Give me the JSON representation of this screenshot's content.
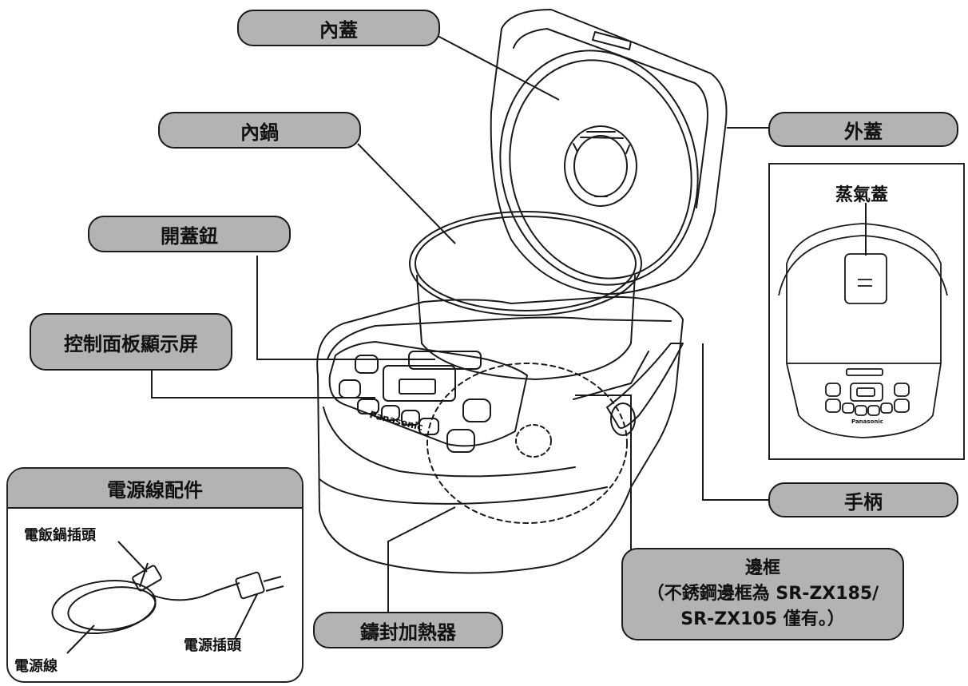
{
  "labels": {
    "inner_lid": "內蓋",
    "inner_pot": "內鍋",
    "lid_button": "開蓋鈕",
    "control_panel": "控制面板顯示屏",
    "outer_lid": "外蓋",
    "steam_cap": "蒸氣蓋",
    "handle": "手柄",
    "rim_title": "邊框",
    "rim_note_line1": "（不銹鋼邊框為 SR-ZX185/",
    "rim_note_line2": "SR-ZX105 僅有。）",
    "heater": "鑄封加熱器"
  },
  "cord_panel": {
    "title": "電源線配件",
    "appliance_plug": "電飯鍋插頭",
    "power_cord": "電源線",
    "power_plug": "電源插頭"
  },
  "brand": "Panasonic",
  "colors": {
    "label_fill": "#b3b3b3",
    "line": "#1a1a1a",
    "background": "#ffffff"
  }
}
